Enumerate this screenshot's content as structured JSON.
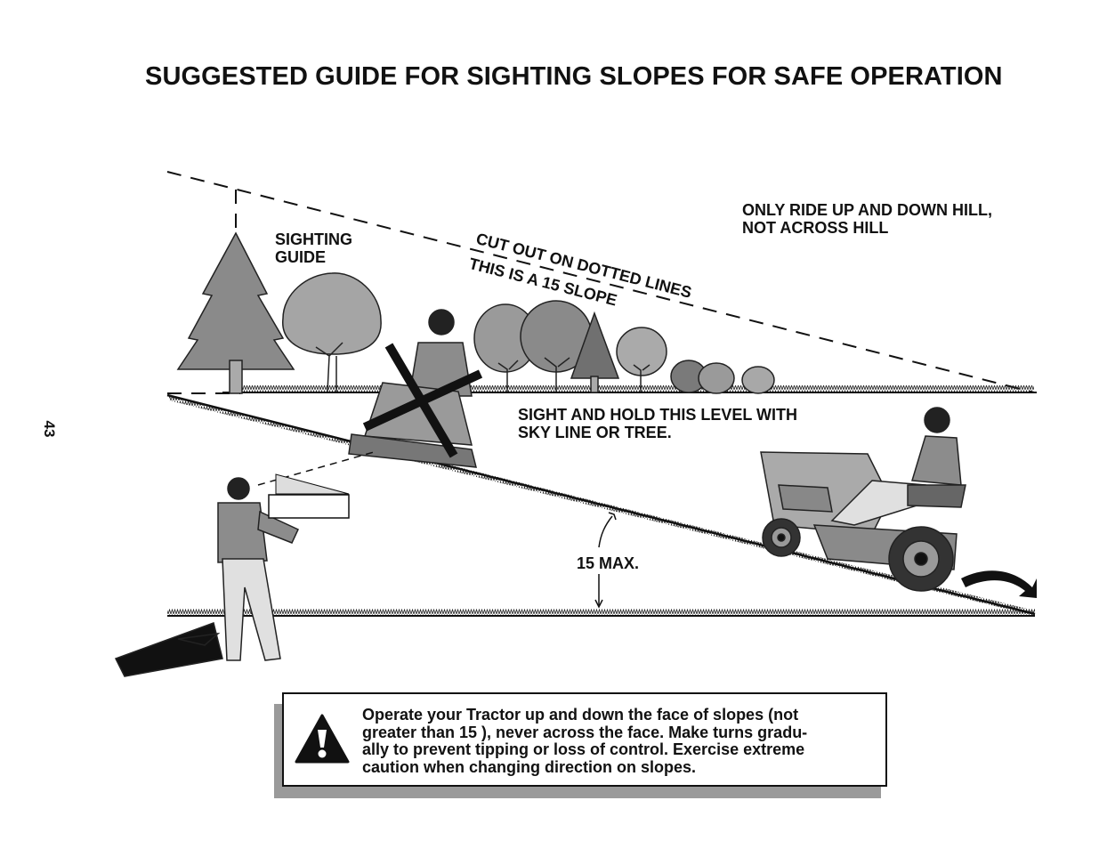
{
  "page": {
    "title": "SUGGESTED GUIDE FOR SIGHTING SLOPES FOR SAFE OPERATION",
    "page_number": "43"
  },
  "diagram": {
    "sighting_guide": [
      "SIGHTING",
      "GUIDE"
    ],
    "cut_out": "CUT OUT ON DOTTED LINES",
    "slope_label": "THIS IS A 15  SLOPE",
    "ride_instruction": [
      "ONLY RIDE UP AND DOWN HILL,",
      "NOT ACROSS HILL"
    ],
    "sight_instruction": [
      "SIGHT AND HOLD THIS LEVEL WITH",
      "SKY LINE OR TREE."
    ],
    "max_angle": "15  MAX."
  },
  "warning": {
    "icon": "warning-triangle-icon",
    "lines": [
      "Operate your Tractor up and down the face of slopes (not",
      "greater than 15 ), never across the face. Make turns gradu-",
      "ally to prevent tipping or loss of control. Exercise extreme",
      "caution when changing direction on slopes."
    ]
  }
}
